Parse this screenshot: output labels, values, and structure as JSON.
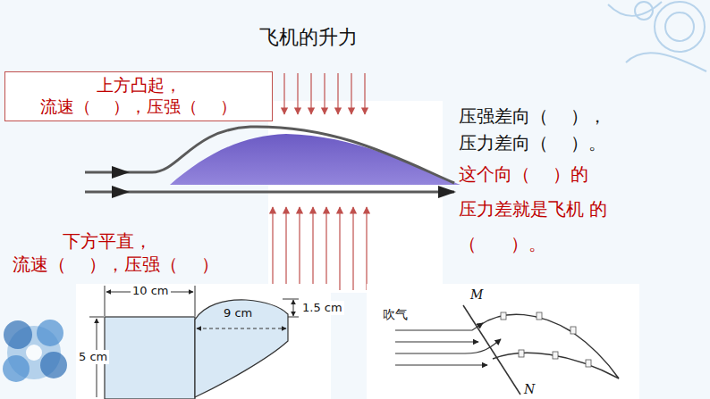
{
  "diagram": {
    "title": "飞机的升力",
    "nodes": [
      {
        "text": [
          "上方凸起，",
          "流速（    ），压强（    ）"
        ]
      }
    ],
    "labels": [
      "下方平直，",
      "流速（    ），压强（    ）",
      "压强差向（    ），",
      "压力差向（    ）。",
      "这个向（    ）的 压力差就是飞机 的（      ）。",
      "10 cm",
      "1.5 cm",
      "9 cm",
      "5 cm",
      "吹气",
      "M",
      "N"
    ]
  }
}
